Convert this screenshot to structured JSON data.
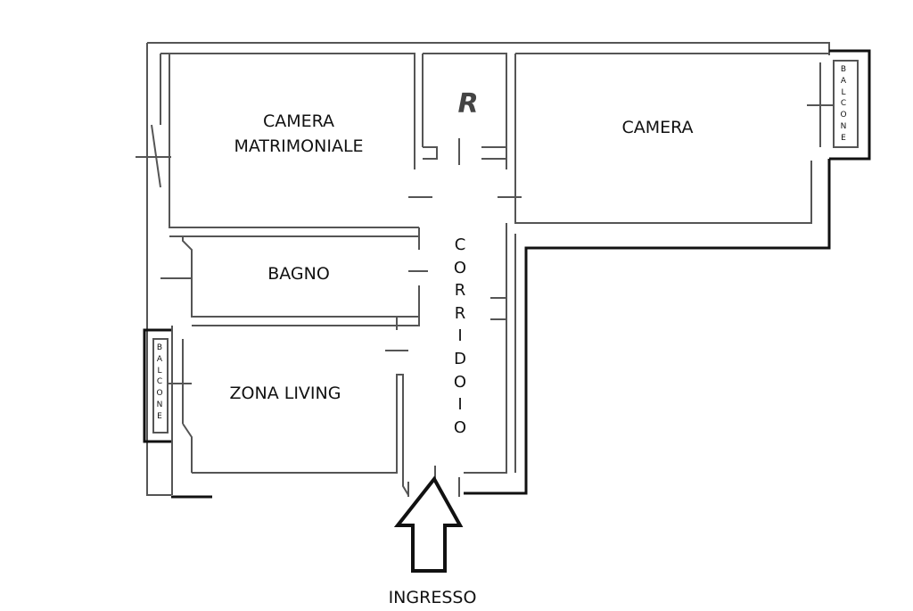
{
  "rooms": {
    "camera_matrimoniale": "CAMERA\nMATRIMONIALE",
    "ripostiglio": "R",
    "camera": "CAMERA",
    "bagno": "BAGNO",
    "zona_living": "ZONA LIVING",
    "corridoio": "CORRIDOIO"
  },
  "balconies": {
    "right": "BALCONE",
    "left": "BALCONE"
  },
  "entrance": {
    "label": "INGRESSO",
    "icon": "up-arrow-icon"
  },
  "colors": {
    "wall": "#555555",
    "thick_wall": "#111111",
    "text": "#111111"
  }
}
